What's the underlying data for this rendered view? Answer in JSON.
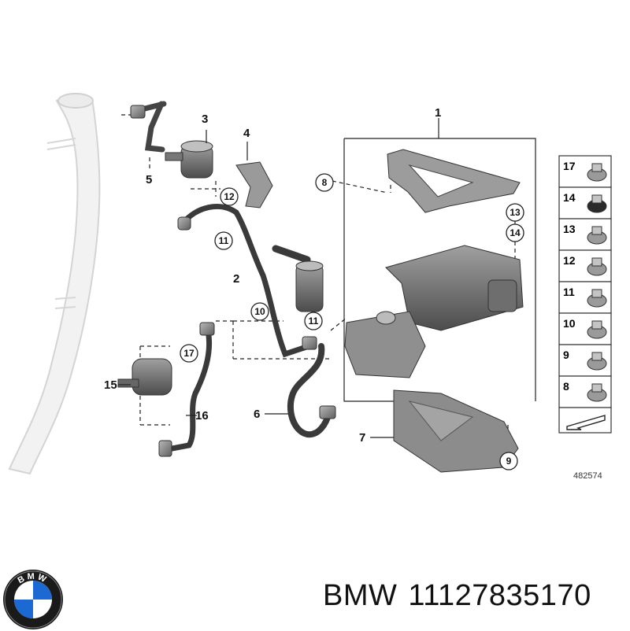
{
  "diagram": {
    "reference_number": "482574",
    "labels": {
      "l1": "1",
      "l2": "2",
      "l3": "3",
      "l4": "4",
      "l5": "5",
      "l6": "6",
      "l7": "7",
      "l15": "15",
      "l16": "16"
    },
    "circled": {
      "c8": "8",
      "c9": "9",
      "c10": "10",
      "c11a": "11",
      "c11b": "11",
      "c12": "12",
      "c13": "13",
      "c14": "14",
      "c17": "17"
    },
    "legend": [
      "17",
      "14",
      "13",
      "12",
      "11",
      "10",
      "9",
      "8"
    ]
  },
  "footer": {
    "brand": "BMW",
    "part_number": "11127835170",
    "logo_text": "BMW"
  },
  "colors": {
    "line": "#222222",
    "part_gray": "#8a8a8a",
    "part_dark": "#4a4a4a",
    "ghost": "#e6e6e6",
    "logo_blue": "#1c69d4"
  }
}
